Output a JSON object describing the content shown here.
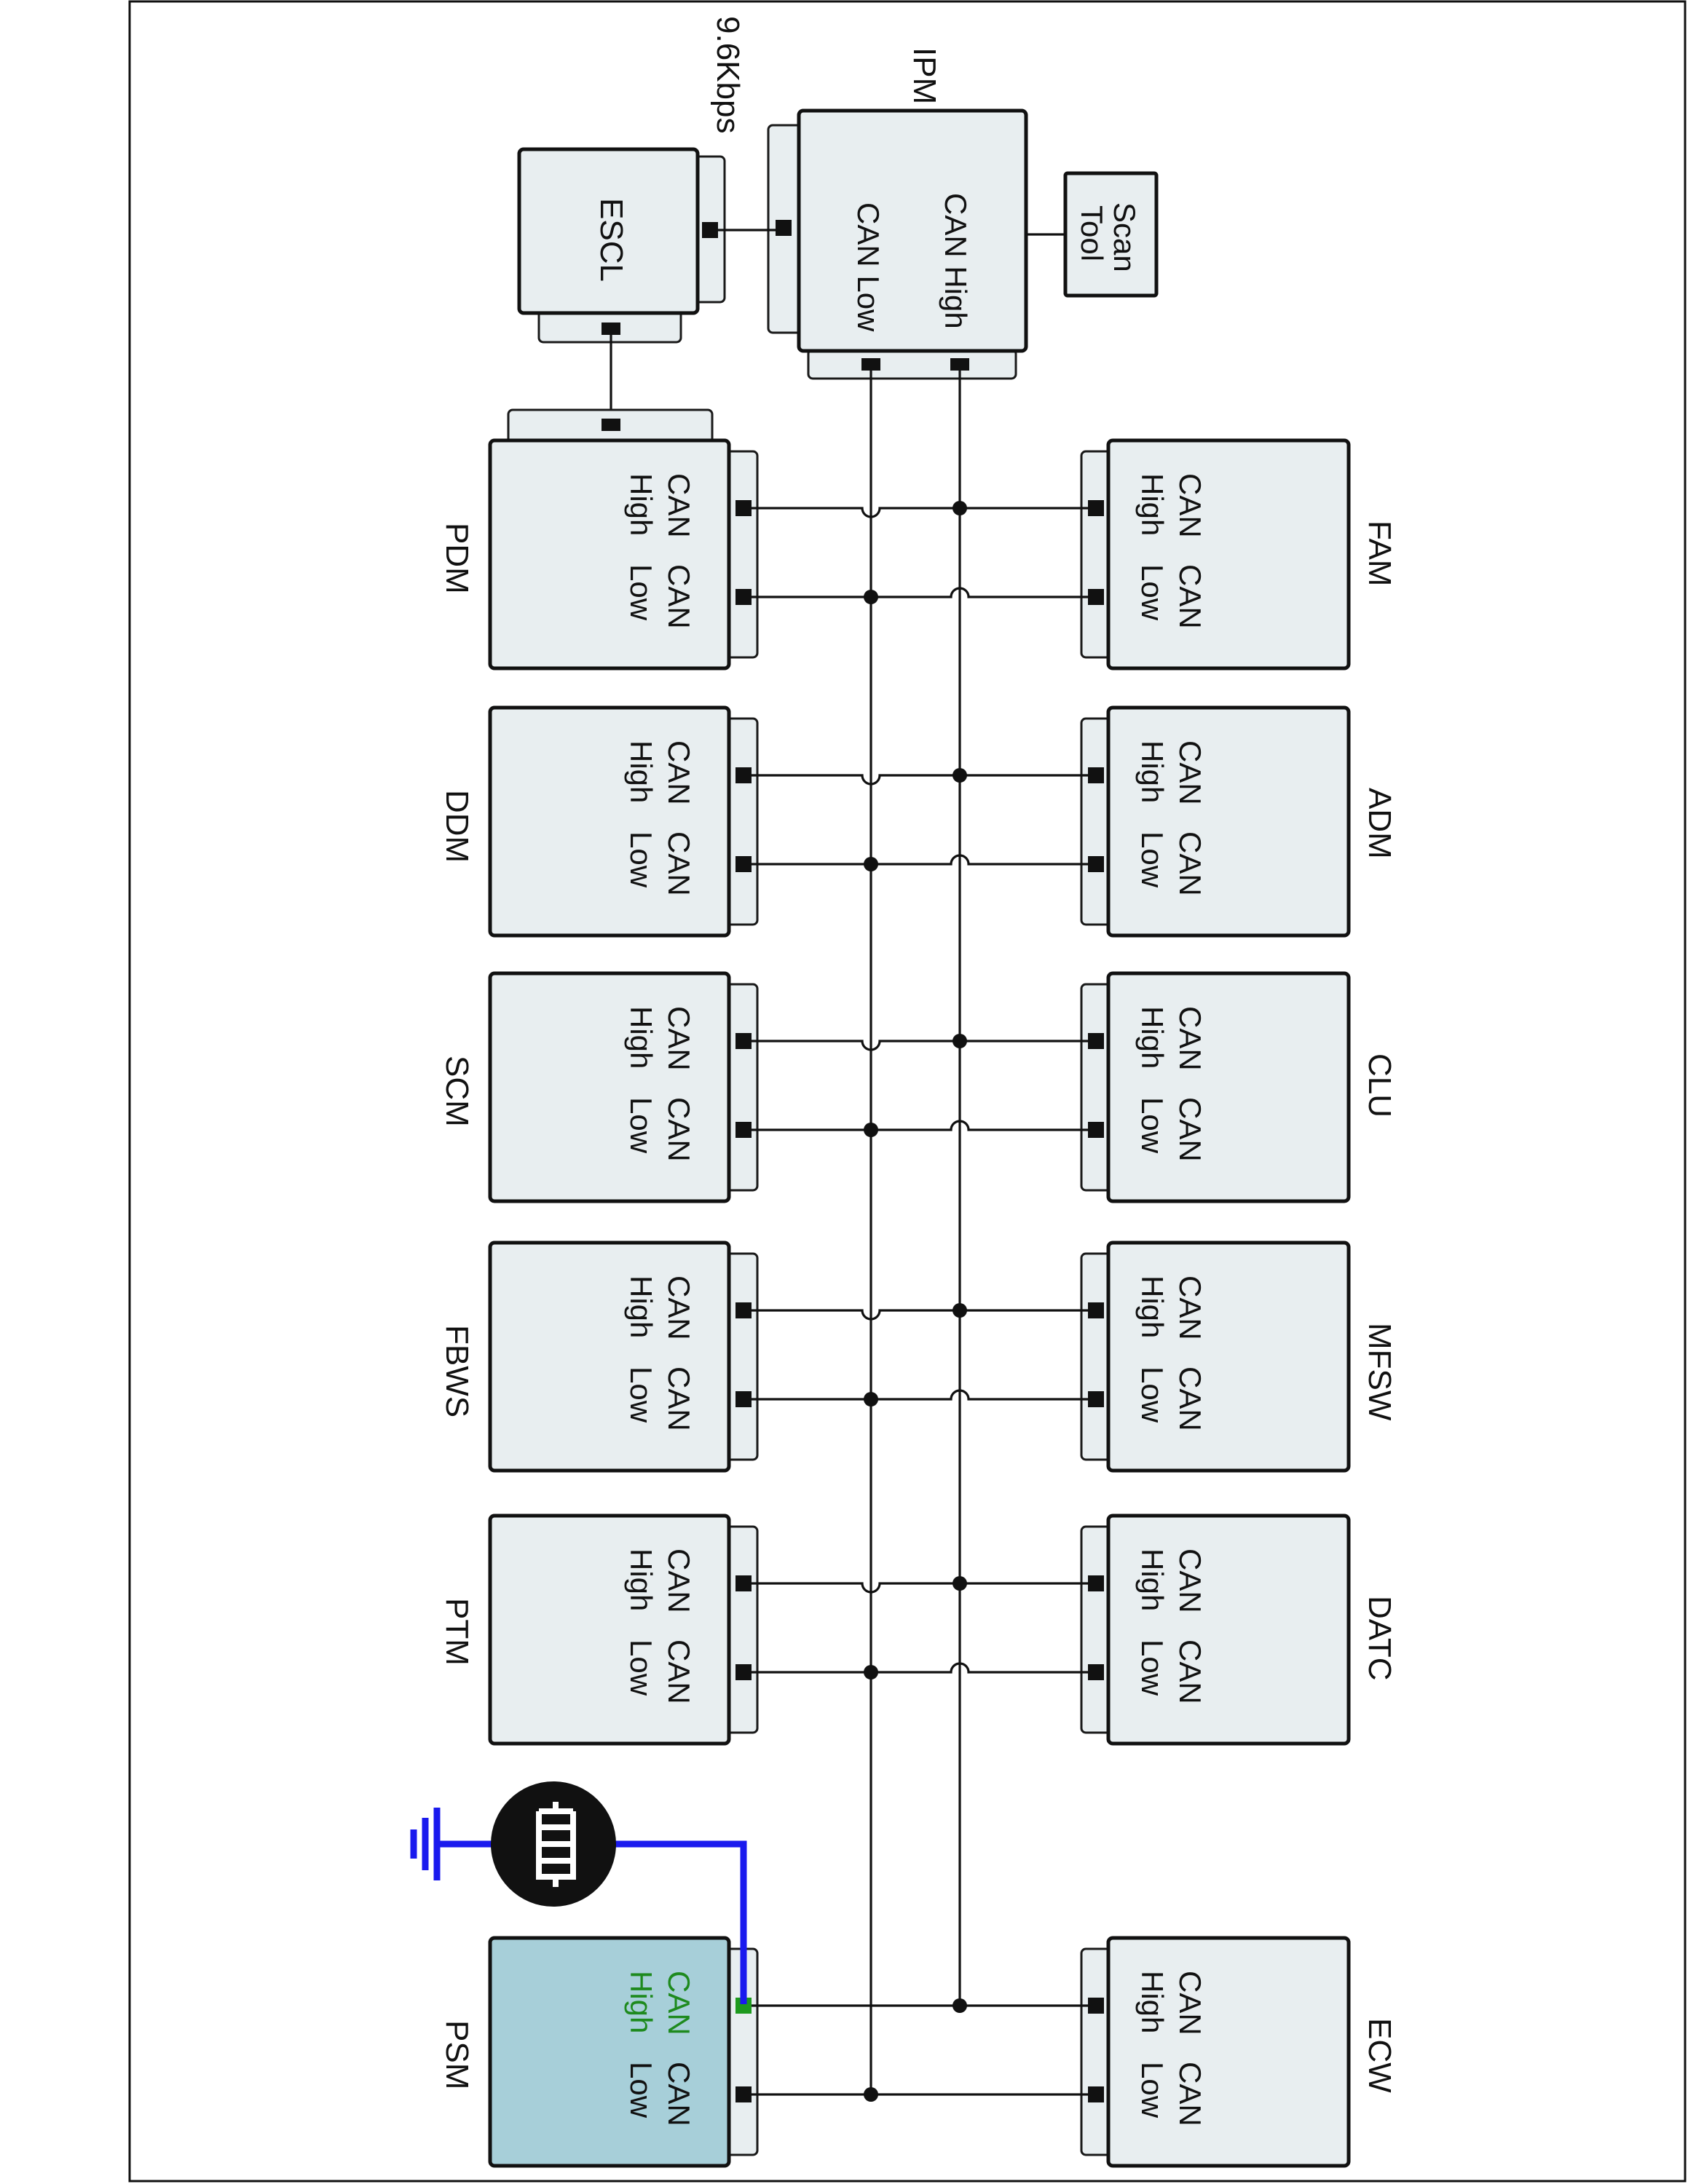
{
  "diagram": {
    "bus_speed": "9.6Kbps",
    "scan_tool": [
      "Scan",
      "Tool"
    ],
    "ipm": {
      "name": "IPM",
      "can_high": "CAN High",
      "can_low": "CAN Low"
    },
    "escl": {
      "name": "ESCL"
    },
    "pin_label": {
      "can": "CAN",
      "high": "High",
      "low": "Low"
    },
    "left_modules": [
      "PDM",
      "DDM",
      "SCM",
      "FBWS",
      "PTM",
      "PSM"
    ],
    "right_modules": [
      "FAM",
      "ADM",
      "CLU",
      "MFSW",
      "DATC",
      "ECW"
    ],
    "highlighted_module": "PSM",
    "colors": {
      "module_fill": "#e8eef0",
      "highlight_fill": "#a7cfd9",
      "probe_wire": "#1a1aee",
      "active_pin": "#1e9a1e"
    },
    "icons": [
      "oscilloscope-probe-icon",
      "ground-icon"
    ]
  }
}
